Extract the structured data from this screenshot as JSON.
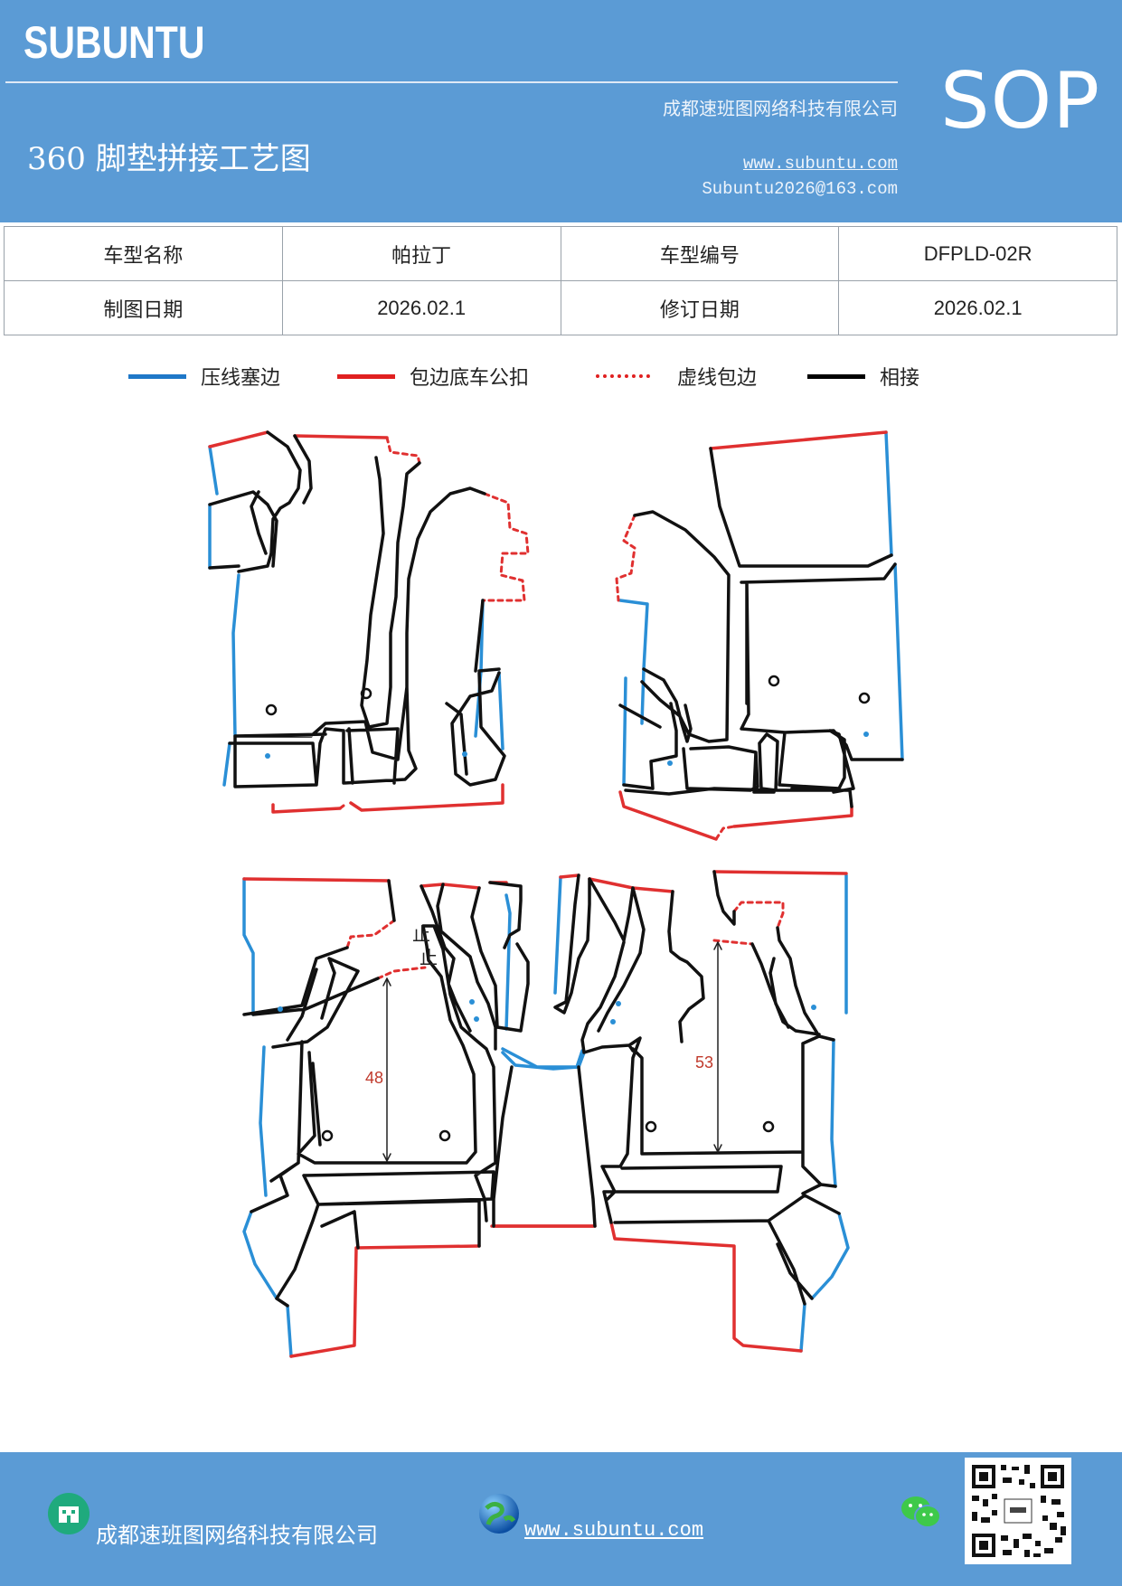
{
  "header": {
    "brand": "SUBUNTU",
    "company": "成都速班图网络科技有限公司",
    "title": "360 脚垫拼接工艺图",
    "website": "www.subuntu.com",
    "email": "Subuntu2026@163.com",
    "sop": "SOP"
  },
  "info_table": {
    "rows": [
      {
        "k1": "车型名称",
        "v1": "帕拉丁",
        "k2": "车型编号",
        "v2": "DFPLD-02R"
      },
      {
        "k1": "制图日期",
        "v1": "2026.02.1",
        "k2": "修订日期",
        "v2": "2026.02.1"
      }
    ]
  },
  "legend": [
    {
      "label": "压线塞边",
      "color": "#1f78c8",
      "style": "solid"
    },
    {
      "label": "包边底车公扣",
      "color": "#e02020",
      "style": "solid"
    },
    {
      "label": "虚线包边",
      "color": "#e02020",
      "style": "dotted"
    },
    {
      "label": "相接",
      "color": "#000000",
      "style": "solid"
    }
  ],
  "diagram": {
    "colors": {
      "press": "#2a8fd6",
      "wrap": "#e03030",
      "join": "#111111",
      "dim": "#c0392b"
    },
    "marks": {
      "stop_1": "止",
      "stop_2": "止"
    },
    "dimensions": {
      "left_rear": "48",
      "right_rear": "53"
    }
  },
  "footer": {
    "company": "成都速班图网络科技有限公司",
    "website": "www.subuntu.com"
  }
}
